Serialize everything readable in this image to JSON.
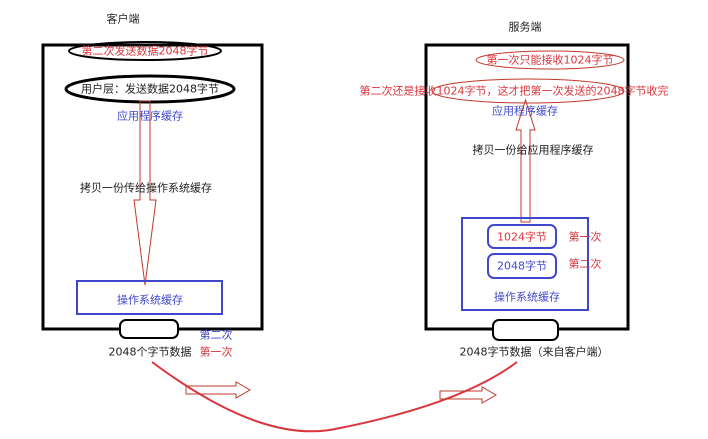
{
  "colors": {
    "red": "#d9363e",
    "blue": "#3f48cc",
    "black": "#000000"
  },
  "client": {
    "title": "客户端",
    "second_send": "第二次发送数据2048字节",
    "user_layer": "用户层：发送数据2048字节",
    "app_buffer": "应用程序缓存",
    "copy_label": "拷贝一份传给操作系统缓存",
    "os_buffer": "操作系统缓存",
    "second_label": "第二次",
    "data_label": "2048个字节数据",
    "first_label": "第一次"
  },
  "server": {
    "title": "服务端",
    "first_receive": "第一次只能接收1024字节",
    "second_receive": "第二次还是接收1024字节，这才把第一次发送的2048字节收完",
    "app_buffer": "应用程序缓存",
    "copy_label": "拷贝一份给应用程序缓存",
    "chunk1": "1024字节",
    "chunk1_label": "第一次",
    "chunk2": "2048字节",
    "chunk2_label": "第二次",
    "os_buffer": "操作系统缓存",
    "data_label": "2048字节数据（来自客户端）"
  }
}
